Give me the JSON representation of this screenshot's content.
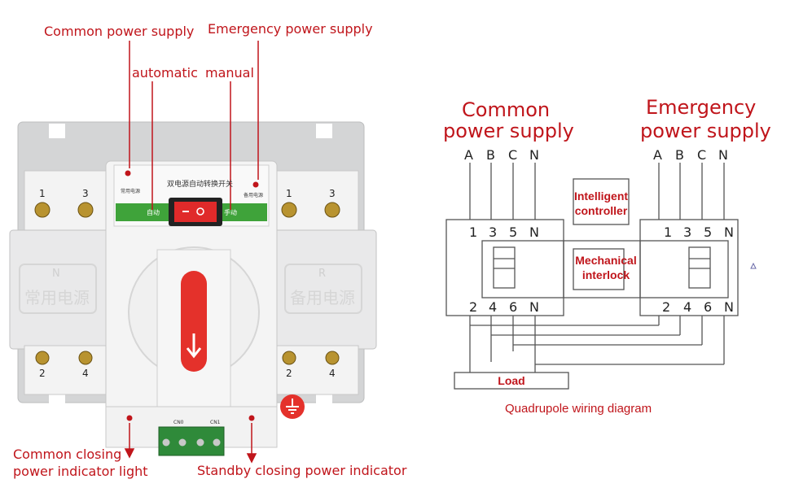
{
  "photo": {
    "labels": {
      "common_power_supply": "Common power supply",
      "emergency_power_supply": "Emergency power supply",
      "automatic": "automatic",
      "manual": "manual",
      "common_closing_line1": "Common closing",
      "common_closing_line2": "power indicator light",
      "standby_closing": "Standby closing power indicator"
    },
    "device": {
      "panel_title": "双电源自动转换开关",
      "left_indicator": "常用电源",
      "right_indicator": "备用电源",
      "auto_label": "自动",
      "manual_label": "手动",
      "left_plate_letter": "N",
      "left_plate_text": "常用电源",
      "right_plate_letter": "R",
      "right_plate_text": "备用电源",
      "top_left_terminals": [
        "1",
        "3"
      ],
      "top_right_terminals": [
        "1",
        "3"
      ],
      "bottom_left_terminals": [
        "2",
        "4"
      ],
      "bottom_right_terminals": [
        "2",
        "4"
      ],
      "connector_left_label": "CN0",
      "connector_right_label": "CN1"
    }
  },
  "wiring": {
    "common_title_line1": "Common",
    "common_title_line2": "power supply",
    "emergency_title_line1": "Emergency",
    "emergency_title_line2": "power supply",
    "common_phases": [
      "A",
      "B",
      "C",
      "N"
    ],
    "emergency_phases": [
      "A",
      "B",
      "C",
      "N"
    ],
    "left_top_terminals": [
      "1",
      "3",
      "5",
      "N"
    ],
    "left_bottom_terminals": [
      "2",
      "4",
      "6",
      "N"
    ],
    "right_top_terminals": [
      "1",
      "3",
      "5",
      "N"
    ],
    "right_bottom_terminals": [
      "2",
      "4",
      "6",
      "N"
    ],
    "intelligent_controller": "Intelligent controller",
    "mechanical_interlock": "Mechanical interlock",
    "load": "Load",
    "caption": "Quadrupole wiring diagram"
  },
  "colors": {
    "accent_red": "#c0151b",
    "device_grey": "#d9dadb",
    "device_white": "#f2f2f2",
    "panel_green": "#3fa33a"
  }
}
